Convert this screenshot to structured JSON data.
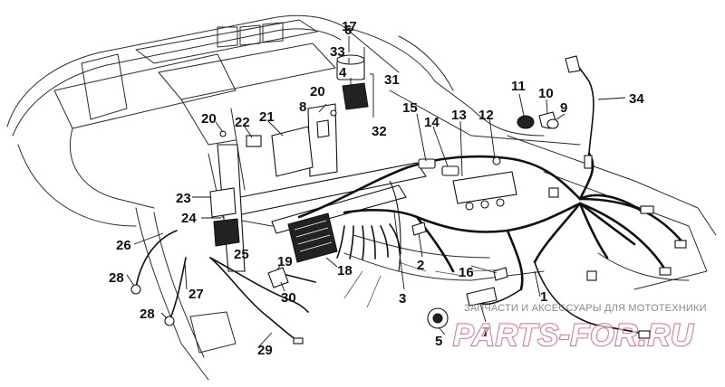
{
  "diagram": {
    "callouts": [
      {
        "id": "1",
        "text": "1"
      },
      {
        "id": "2",
        "text": "2"
      },
      {
        "id": "3",
        "text": "3"
      },
      {
        "id": "4",
        "text": "4"
      },
      {
        "id": "5",
        "text": "5"
      },
      {
        "id": "6",
        "text": "6"
      },
      {
        "id": "7",
        "text": "7"
      },
      {
        "id": "8",
        "text": "8"
      },
      {
        "id": "9",
        "text": "9"
      },
      {
        "id": "10",
        "text": "10"
      },
      {
        "id": "11",
        "text": "11"
      },
      {
        "id": "12",
        "text": "12"
      },
      {
        "id": "13",
        "text": "13"
      },
      {
        "id": "14",
        "text": "14"
      },
      {
        "id": "15",
        "text": "15"
      },
      {
        "id": "16",
        "text": "16"
      },
      {
        "id": "17",
        "text": "17"
      },
      {
        "id": "18",
        "text": "18"
      },
      {
        "id": "19",
        "text": "19"
      },
      {
        "id": "20a",
        "text": "20"
      },
      {
        "id": "20b",
        "text": "20"
      },
      {
        "id": "21",
        "text": "21"
      },
      {
        "id": "22",
        "text": "22"
      },
      {
        "id": "23",
        "text": "23"
      },
      {
        "id": "24",
        "text": "24"
      },
      {
        "id": "25",
        "text": "25"
      },
      {
        "id": "26",
        "text": "26"
      },
      {
        "id": "27",
        "text": "27"
      },
      {
        "id": "28a",
        "text": "28"
      },
      {
        "id": "28b",
        "text": "28"
      },
      {
        "id": "29",
        "text": "29"
      },
      {
        "id": "30",
        "text": "30"
      },
      {
        "id": "31",
        "text": "31"
      },
      {
        "id": "32",
        "text": "32"
      },
      {
        "id": "33",
        "text": "33"
      },
      {
        "id": "34",
        "text": "34"
      }
    ]
  },
  "watermark": {
    "caption": "ЗАПЧАСТИ И АКСЕССУАРЫ ДЛЯ МОТОТЕХНИКИ",
    "brand": "PARTS-FOR.RU",
    "brand_color": "#c8102e"
  }
}
